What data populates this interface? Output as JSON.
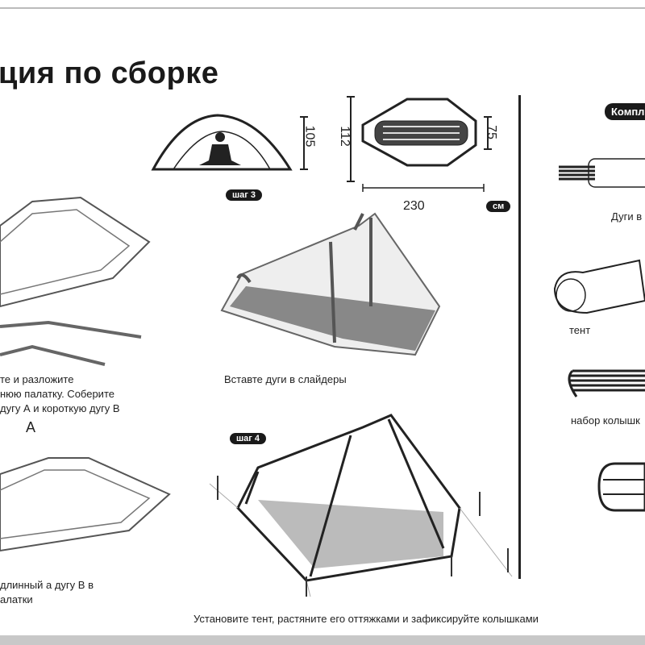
{
  "title": "ция по сборке",
  "dimensions": {
    "height_inner": "105",
    "width_floor": "112",
    "width_end": "75",
    "length": "230",
    "unit": "см"
  },
  "steps": {
    "step3_label": "шаг 3",
    "step4_label": "шаг 4",
    "step1_text": [
      "те и разложите",
      "нюю палатку. Соберите",
      "дугу А и короткую дугу В"
    ],
    "pole_a_label": "A",
    "step2_text": [
      "длинный а дугу В в",
      "алатки"
    ],
    "step3_text": "Вставте дуги в слайдеры",
    "step4_text": "Установите тент, растяните его оттяжками и зафиксируйте колышками"
  },
  "kit": {
    "header": "Компл",
    "items": [
      "Дуги в",
      "тент",
      "набор колышк"
    ]
  }
}
